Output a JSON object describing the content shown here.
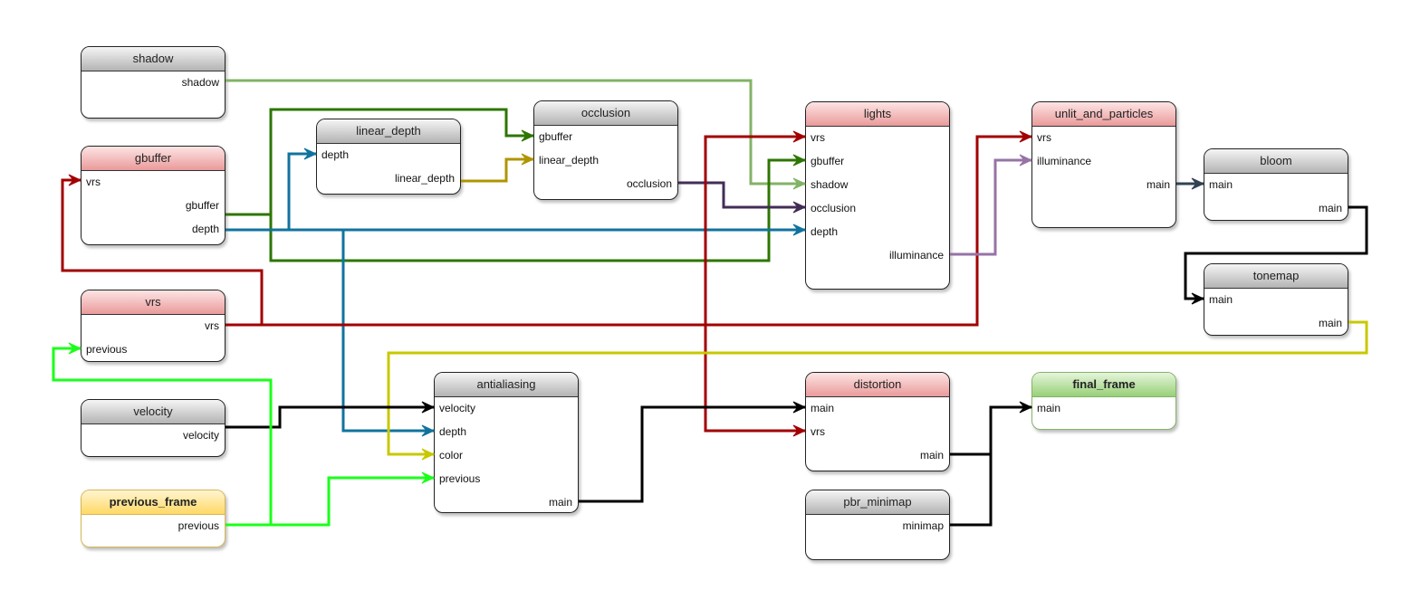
{
  "nodes": [
    {
      "id": "shadow",
      "title": "shadow",
      "style": "gray",
      "inputs": [],
      "outputs": [
        "shadow"
      ]
    },
    {
      "id": "gbuffer",
      "title": "gbuffer",
      "style": "red",
      "inputs": [
        "vrs"
      ],
      "outputs": [
        "gbuffer",
        "depth"
      ]
    },
    {
      "id": "vrs",
      "title": "vrs",
      "style": "red",
      "inputs": [],
      "outputs": [
        "vrs"
      ],
      "inputs_after": [
        "previous"
      ]
    },
    {
      "id": "velocity",
      "title": "velocity",
      "style": "gray",
      "inputs": [],
      "outputs": [
        "velocity"
      ]
    },
    {
      "id": "previous_frame",
      "title": "previous_frame",
      "style": "yellow",
      "inputs": [],
      "outputs": [
        "previous"
      ]
    },
    {
      "id": "linear_depth",
      "title": "linear_depth",
      "style": "gray",
      "inputs": [
        "depth"
      ],
      "outputs": [
        "linear_depth"
      ]
    },
    {
      "id": "occlusion",
      "title": "occlusion",
      "style": "gray",
      "inputs": [
        "gbuffer",
        "linear_depth"
      ],
      "outputs": [
        "occlusion"
      ]
    },
    {
      "id": "antialiasing",
      "title": "antialiasing",
      "style": "gray",
      "inputs": [
        "velocity",
        "depth",
        "color",
        "previous"
      ],
      "outputs": [
        "main"
      ]
    },
    {
      "id": "lights",
      "title": "lights",
      "style": "red",
      "inputs": [
        "vrs",
        "gbuffer",
        "shadow",
        "occlusion",
        "depth"
      ],
      "outputs": [
        "illuminance"
      ]
    },
    {
      "id": "unlit_and_particles",
      "title": "unlit_and_particles",
      "style": "red",
      "inputs": [
        "vrs",
        "illuminance"
      ],
      "outputs": [
        "main"
      ]
    },
    {
      "id": "bloom",
      "title": "bloom",
      "style": "gray",
      "inputs": [
        "main"
      ],
      "outputs": [
        "main"
      ]
    },
    {
      "id": "tonemap",
      "title": "tonemap",
      "style": "gray",
      "inputs": [
        "main"
      ],
      "outputs": [
        "main"
      ]
    },
    {
      "id": "distortion",
      "title": "distortion",
      "style": "red",
      "inputs": [
        "main",
        "vrs"
      ],
      "outputs": [
        "main"
      ]
    },
    {
      "id": "pbr_minimap",
      "title": "pbr_minimap",
      "style": "gray",
      "inputs": [],
      "outputs": [
        "minimap"
      ]
    },
    {
      "id": "final_frame",
      "title": "final_frame",
      "style": "green",
      "inputs": [
        "main"
      ],
      "outputs": []
    }
  ],
  "edges": [
    {
      "from": "shadow.shadow",
      "to": "lights.shadow",
      "color": "#82b366"
    },
    {
      "from": "gbuffer.gbuffer",
      "to": "occlusion.gbuffer",
      "color": "#2d7600"
    },
    {
      "from": "gbuffer.gbuffer",
      "to": "lights.gbuffer",
      "color": "#2d7600"
    },
    {
      "from": "gbuffer.depth",
      "to": "lights.depth",
      "color": "#10739e"
    },
    {
      "from": "gbuffer.depth",
      "to": "linear_depth.depth",
      "color": "#10739e"
    },
    {
      "from": "gbuffer.depth",
      "to": "antialiasing.depth",
      "color": "#10739e"
    },
    {
      "from": "linear_depth.linear_depth",
      "to": "occlusion.linear_depth",
      "color": "#b09500"
    },
    {
      "from": "occlusion.occlusion",
      "to": "lights.occlusion",
      "color": "#432d57"
    },
    {
      "from": "vrs.vrs",
      "to": "unlit_and_particles.vrs",
      "color": "#a20000"
    },
    {
      "from": "vrs.vrs",
      "to": "gbuffer.vrs",
      "color": "#a20000"
    },
    {
      "from": "vrs.vrs",
      "to": "lights.vrs",
      "color": "#a20000"
    },
    {
      "from": "vrs.vrs",
      "to": "distortion.vrs",
      "color": "#a20000"
    },
    {
      "from": "lights.illuminance",
      "to": "unlit_and_particles.illuminance",
      "color": "#9673a6"
    },
    {
      "from": "unlit_and_particles.main",
      "to": "bloom.main",
      "color": "#314354"
    },
    {
      "from": "bloom.main",
      "to": "tonemap.main",
      "color": "#000000"
    },
    {
      "from": "tonemap.main",
      "to": "antialiasing.color",
      "color": "#c8c800"
    },
    {
      "from": "velocity.velocity",
      "to": "antialiasing.velocity",
      "color": "#000000"
    },
    {
      "from": "previous_frame.previous",
      "to": "antialiasing.previous",
      "color": "#1aff1a"
    },
    {
      "from": "previous_frame.previous",
      "to": "vrs.previous",
      "color": "#1aff1a"
    },
    {
      "from": "antialiasing.main",
      "to": "distortion.main",
      "color": "#000000"
    },
    {
      "from": "distortion.main",
      "to": "final_frame.main",
      "color": "#000000"
    },
    {
      "from": "pbr_minimap.minimap",
      "to": "final_frame.main",
      "color": "#000000"
    }
  ]
}
